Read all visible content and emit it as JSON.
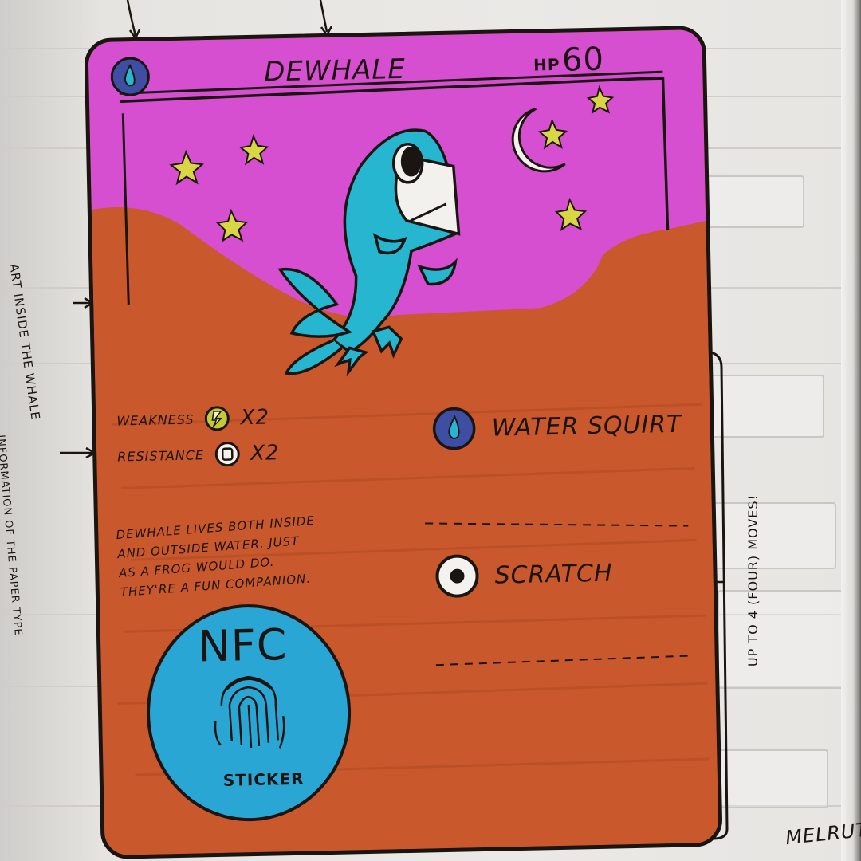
{
  "card": {
    "name": "Dewhale",
    "hp_label": "HP",
    "hp_value": "60",
    "energy_type": "water-drop-icon",
    "weakness": {
      "label": "Weakness",
      "icon": "lightning-icon",
      "multiplier": "x2"
    },
    "resistance": {
      "label": "Resistance",
      "icon": "normal-icon",
      "multiplier": "x2"
    },
    "moves": [
      {
        "icon": "water-drop-icon",
        "name": "Water Squirt"
      },
      {
        "icon": "normal-icon",
        "name": "Scratch"
      }
    ],
    "flavor_text": "Dewhale lives both inside and outside water. Just as a frog would do. They're a fun companion.",
    "nfc": {
      "title": "NFC",
      "subtitle": "Sticker"
    }
  },
  "annotations": {
    "art_note": "Art inside the whale",
    "type_note": "Information of the paper type",
    "moves_note": "Up to 4 (four) moves!",
    "signature": "Melrutha"
  },
  "colors": {
    "sky": "#d54fd0",
    "ground": "#c9582c",
    "creature": "#27b6cf",
    "ink": "#1b1512",
    "star": "#d9d645",
    "nfc": "#2aa6d4",
    "water_badge": "#3d4ea3"
  }
}
